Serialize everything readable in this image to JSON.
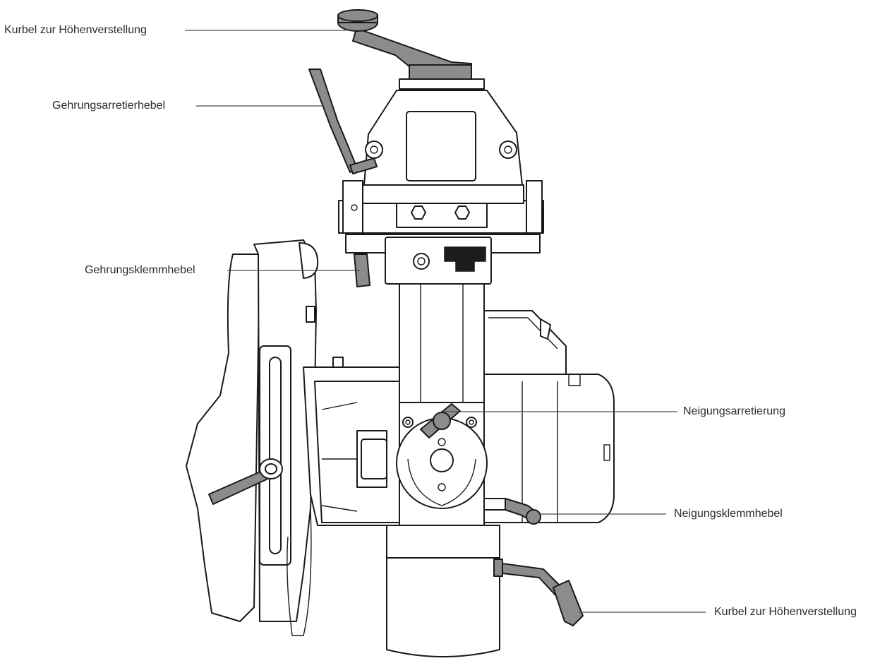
{
  "labels": {
    "crank_top": "Kurbel zur Höhenverstellung",
    "miter_lock_lever": "Gehrungsarretierhebel",
    "miter_clamp_lever": "Gehrungsklemmhebel",
    "bevel_lock": "Neigungsarretierung",
    "bevel_clamp_lever": "Neigungsklemmhebel",
    "crank_bottom": "Kurbel zur Höhenverstellung"
  },
  "colors": {
    "line": "#1a1a1a",
    "handle_fill": "#8c8c8c",
    "label_text": "#2b2b2b"
  }
}
